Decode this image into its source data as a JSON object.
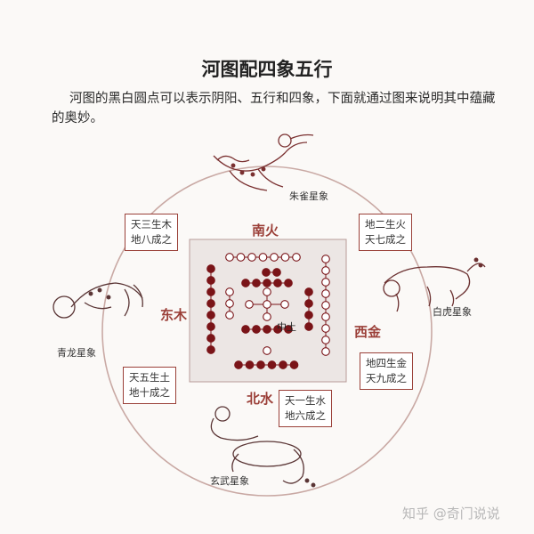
{
  "title": "河图配四象五行",
  "intro": "河图的黑白圆点可以表示阴阳、五行和四象，下面就通过图来说明其中蕴藏的奥妙。",
  "directions": {
    "south": "南火",
    "east": "东木",
    "west": "西金",
    "north": "北水"
  },
  "center_label": "中土",
  "boxes": {
    "top_left": [
      "天三生木",
      "地八成之"
    ],
    "top_right": [
      "地二生火",
      "天七成之"
    ],
    "right": [
      "地四生金",
      "天九成之"
    ],
    "left_bottom": [
      "天五生土",
      "地十成之"
    ],
    "bottom": [
      "天一生水",
      "地六成之"
    ]
  },
  "captions": {
    "vermilion_bird": "朱雀星象",
    "white_tiger": "白虎星象",
    "azure_dragon": "青龙星象",
    "black_tortoise": "玄武星象"
  },
  "watermark": "知乎 @奇门说说",
  "colors": {
    "accent": "#9b3f38",
    "circle": "#c9a9a4",
    "square_fill": "#ece6e4",
    "dot_black": "#7a1418",
    "dot_white": "#ffffff"
  }
}
